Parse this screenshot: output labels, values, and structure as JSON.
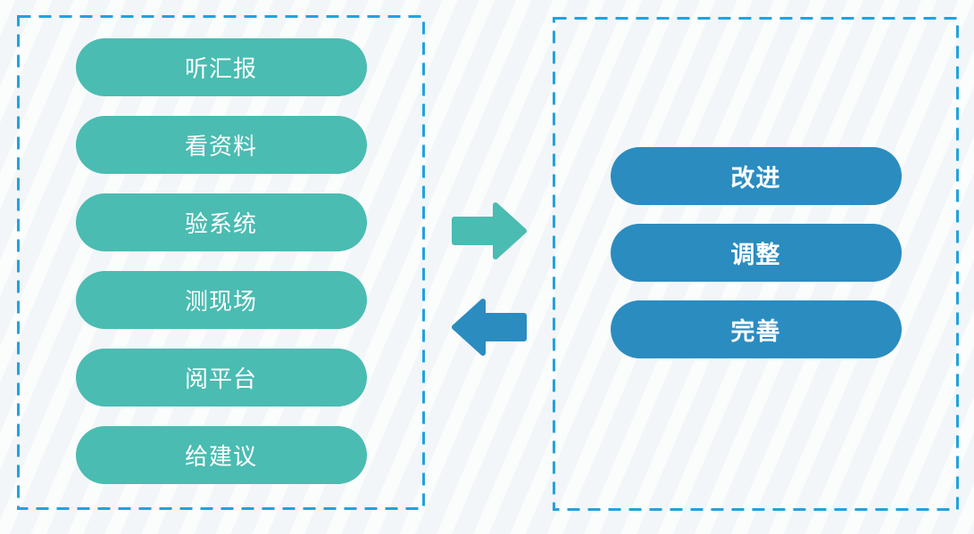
{
  "colors": {
    "background": "#f6f8f9",
    "teal": "#4abcb2",
    "blue": "#2b8cc0",
    "dashed_border": "#23a2dc",
    "pill_text": "#ffffff"
  },
  "left_panel": {
    "items": [
      "听汇报",
      "看资料",
      "验系统",
      "测现场",
      "阅平台",
      "给建议"
    ]
  },
  "right_panel": {
    "items": [
      "改进",
      "调整",
      "完善"
    ]
  },
  "arrows": {
    "forward_icon": "arrow-right",
    "backward_icon": "arrow-left"
  }
}
